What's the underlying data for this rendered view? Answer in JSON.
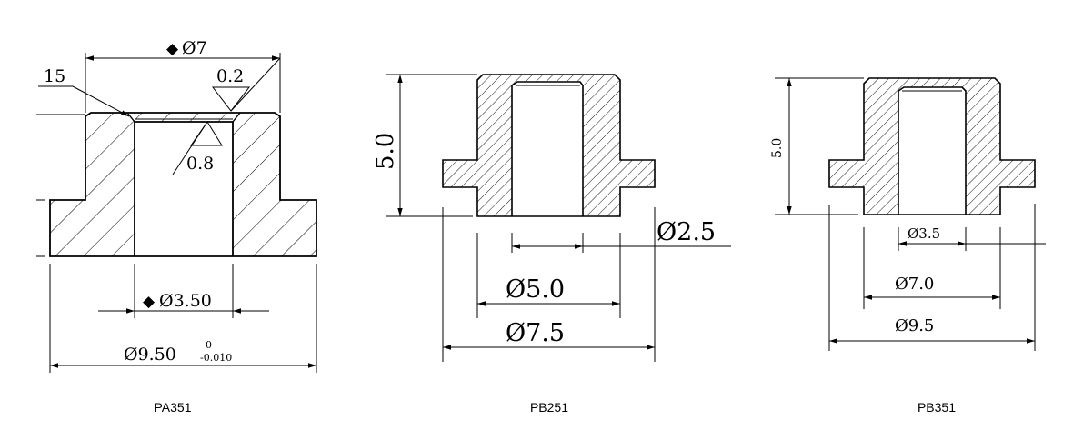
{
  "parts": [
    {
      "caption": "PA351",
      "dims": {
        "top_diameter": "Ø7",
        "top_marker": "◆",
        "chamfer_angle": "15",
        "roughness_top": "0.2",
        "roughness_bore": "0.8",
        "bore_diameter": "Ø3.50",
        "bore_marker": "◆",
        "outer_diameter": "Ø9.50",
        "tol_upper": "0",
        "tol_lower": "-0.010"
      }
    },
    {
      "caption": "PB251",
      "dims": {
        "height": "5.0",
        "bore_diameter": "Ø2.5",
        "body_diameter": "Ø5.0",
        "flange_diameter": "Ø7.5"
      }
    },
    {
      "caption": "PB351",
      "dims": {
        "height": "5.0",
        "bore_diameter": "Ø3.5",
        "body_diameter": "Ø7.0",
        "flange_diameter": "Ø9.5"
      }
    }
  ],
  "colors": {
    "line": "#000000",
    "background": "#ffffff"
  }
}
